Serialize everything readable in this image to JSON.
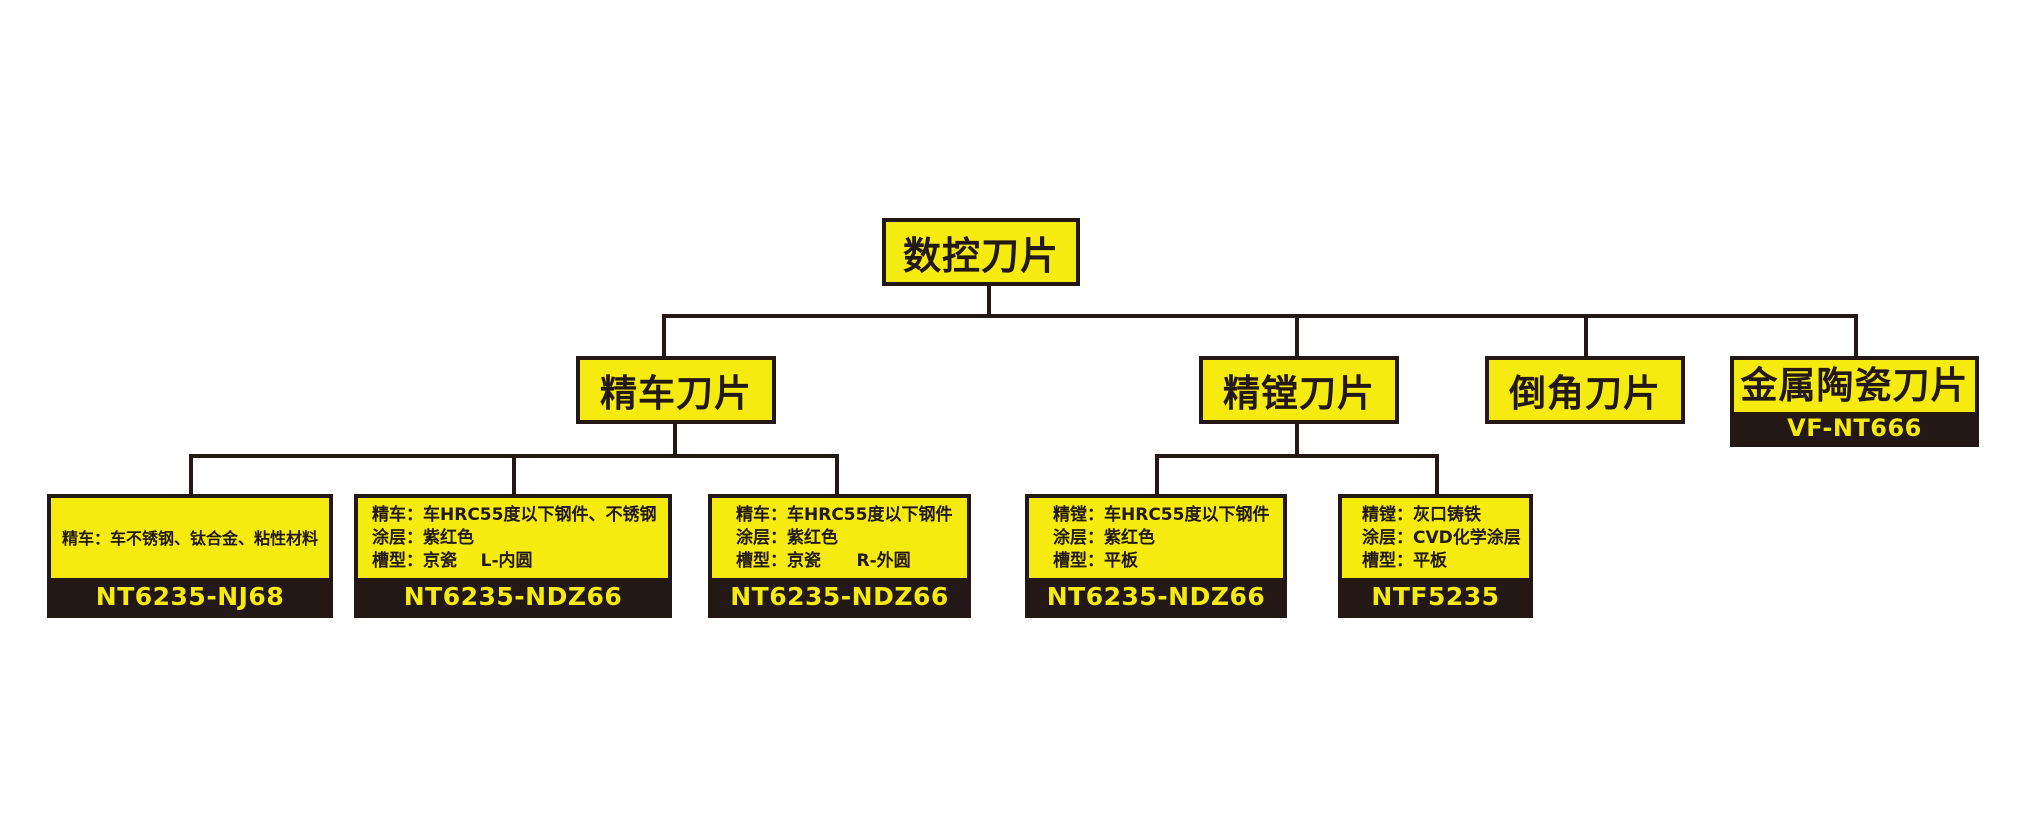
{
  "colors": {
    "accent_yellow": "#f6eb0f",
    "dark": "#231815",
    "background": "#ffffff"
  },
  "root": {
    "label": "数控刀片"
  },
  "categories": [
    {
      "label": "精车刀片"
    },
    {
      "label": "精镗刀片"
    },
    {
      "label": "倒角刀片"
    },
    {
      "label": "金属陶瓷刀片",
      "code": "VF-NT666"
    }
  ],
  "products": [
    {
      "lines": [
        "精车：车不锈钢、钛合金、粘性材料"
      ],
      "code": "NT6235-NJ68"
    },
    {
      "lines": [
        "精车：车HRC55度以下钢件、不锈钢",
        "涂层：紫红色",
        "槽型：京瓷    L-内圆"
      ],
      "code": "NT6235-NDZ66"
    },
    {
      "lines": [
        "精车：车HRC55度以下钢件",
        "涂层：紫红色",
        "槽型：京瓷      R-外圆"
      ],
      "code": "NT6235-NDZ66"
    },
    {
      "lines": [
        "精镗：车HRC55度以下钢件",
        "涂层：紫红色",
        "槽型：平板"
      ],
      "code": "NT6235-NDZ66"
    },
    {
      "lines": [
        "精镗：灰口铸铁",
        "涂层：CVD化学涂层",
        "槽型：平板"
      ],
      "code": "NTF5235"
    }
  ]
}
